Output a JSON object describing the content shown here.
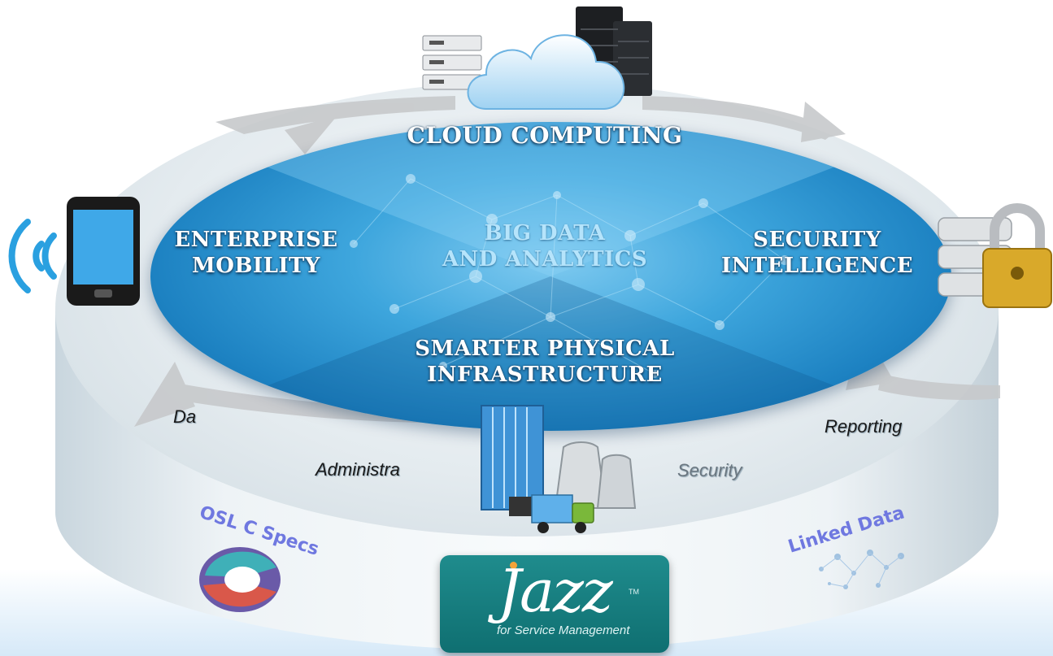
{
  "diagram": {
    "central": "BIG DATA\nAND ANALYTICS",
    "segments": {
      "top": "CLOUD COMPUTING",
      "left": "ENTERPRISE\nMOBILITY",
      "right": "SECURITY\nINTELLIGENCE",
      "bottom": "SMARTER PHYSICAL\nINFRASTRUCTURE"
    },
    "ring_labels": {
      "dashboards": "Da",
      "administration": "Administra",
      "security": "Security",
      "reporting": "Reporting"
    },
    "base_labels": {
      "osl": "OSL C Specs",
      "linked": "Linked Data"
    }
  },
  "logo": {
    "word": "Jazz",
    "tm": "TM",
    "subtitle": "for Service Management"
  },
  "colors": {
    "disc": "#2a8fd0",
    "label_text": "#ffffff",
    "base_label": "#6f78e0",
    "logo_bg": "#167c7e"
  },
  "icons": [
    "server-rack-icon",
    "cloud-icon",
    "smartphone-icon",
    "wireless-signal-icon",
    "database-icon",
    "padlock-icon",
    "building-icon",
    "factory-icon",
    "truck-icon",
    "osl-logo-icon",
    "linked-data-icon"
  ]
}
